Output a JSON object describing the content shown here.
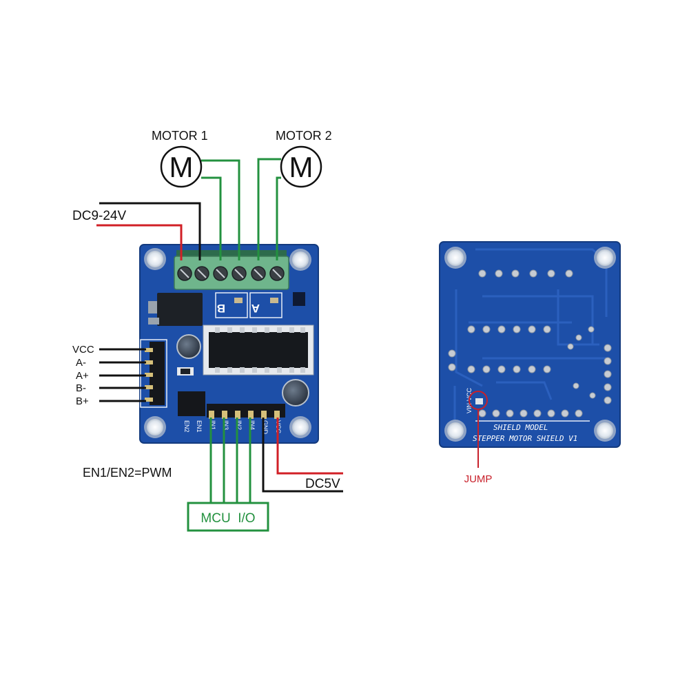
{
  "labels": {
    "motor1": "MOTOR 1",
    "motor2": "MOTOR 2",
    "motor_symbol": "M",
    "dc_high": "DC9-24V",
    "dc_low": "DC5V",
    "pwm_note": "EN1/EN2=PWM",
    "mcu_io": "MCU  I/O",
    "jump": "JUMP"
  },
  "left_header_pins": [
    "VCC",
    "A-",
    "A+",
    "B-",
    "B+"
  ],
  "bottom_header_pins": [
    "EN2",
    "EN1",
    "IN1",
    "IN3",
    "IN2",
    "IN4",
    "GND",
    "VCC"
  ],
  "terminal_silk": [
    "B",
    "A"
  ],
  "back_board": {
    "line1": "SHIELD MODEL",
    "line2": "STEPPER MOTOR SHIELD V1",
    "jumper_label": "VIN-VCC"
  },
  "colors": {
    "pcb_blue": "#1d4fa8",
    "pcb_blue_dark": "#173f88",
    "wire_green": "#23913f",
    "wire_red": "#d11f26",
    "wire_black": "#111111",
    "terminal_green": "#6fb58c",
    "jump_red": "#c8202a"
  }
}
